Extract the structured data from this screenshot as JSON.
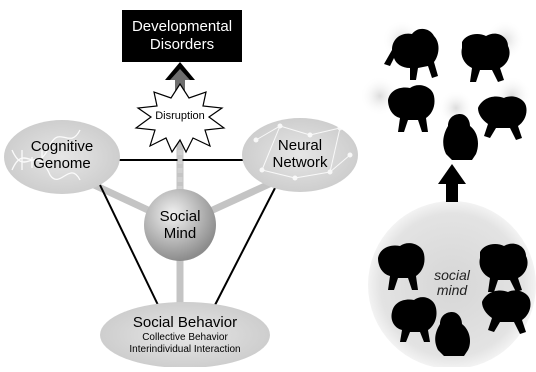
{
  "top_box": {
    "line1": "Developmental",
    "line2": "Disorders"
  },
  "burst": {
    "label": "Disruption"
  },
  "left_node": {
    "line1": "Cognitive",
    "line2": "Genome"
  },
  "right_node": {
    "line1": "Neural",
    "line2": "Network"
  },
  "center_node": {
    "line1": "Social",
    "line2": "Mind"
  },
  "bottom_node": {
    "title": "Social Behavior",
    "sub1": "Collective Behavior",
    "sub2": "Interindividual Interaction"
  },
  "right_panel": {
    "circle_label1": "social",
    "circle_label2": "mind"
  },
  "colors": {
    "ellipse_fill": "#d9d9d9",
    "ellipse_dark": "#bdbdbd",
    "line_gray": "#c4c4c4",
    "black": "#000000"
  },
  "icons": [
    "monkey-icon",
    "arrow-up-icon",
    "dna-icon",
    "network-icon",
    "globe-icon"
  ]
}
